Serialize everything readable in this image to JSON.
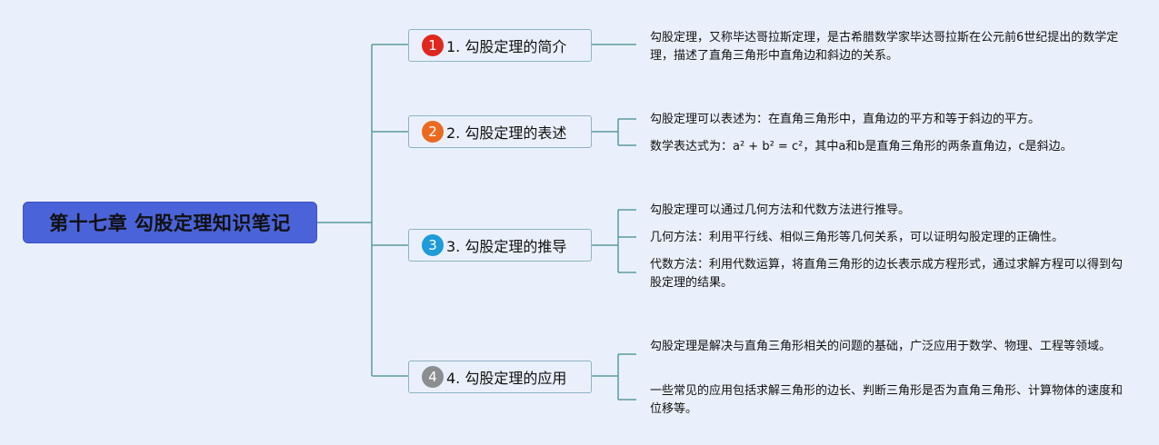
{
  "root": {
    "title": "第十七章 勾股定理知识笔记"
  },
  "branches": [
    {
      "number": "1",
      "label": "1. 勾股定理的简介",
      "badge_color": "#e0271f",
      "leaves": [
        "勾股定理，又称毕达哥拉斯定理，是古希腊数学家毕达哥拉斯在公元前6世纪提出的数学定理，描述了直角三角形中直角边和斜边的关系。"
      ]
    },
    {
      "number": "2",
      "label": "2. 勾股定理的表述",
      "badge_color": "#ea6a1f",
      "leaves": [
        "勾股定理可以表述为：在直角三角形中，直角边的平方和等于斜边的平方。",
        "数学表达式为：a² + b² = c²，其中a和b是直角三角形的两条直角边，c是斜边。"
      ]
    },
    {
      "number": "3",
      "label": "3. 勾股定理的推导",
      "badge_color": "#1e9bd8",
      "leaves": [
        "勾股定理可以通过几何方法和代数方法进行推导。",
        "几何方法：利用平行线、相似三角形等几何关系，可以证明勾股定理的正确性。",
        "代数方法：利用代数运算，将直角三角形的边长表示成方程形式，通过求解方程可以得到勾股定理的结果。"
      ]
    },
    {
      "number": "4",
      "label": "4. 勾股定理的应用",
      "badge_color": "#8a8d91",
      "leaves": [
        "勾股定理是解决与直角三角形相关的问题的基础，广泛应用于数学、物理、工程等领域。",
        "一些常见的应用包括求解三角形的边长、判断三角形是否为直角三角形、计算物体的速度和位移等。"
      ]
    }
  ],
  "colors": {
    "connector": "#5a9aa0",
    "background": "#eaf0fb",
    "root_fill": "#4a63d8"
  }
}
